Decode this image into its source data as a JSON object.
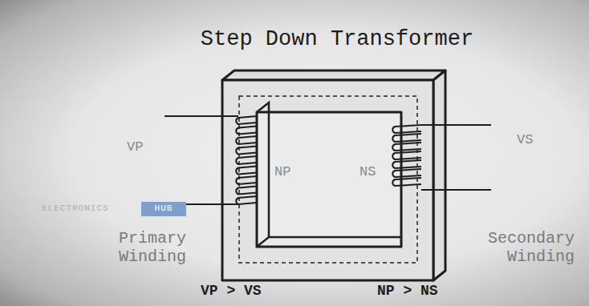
{
  "diagram": {
    "title": "Step Down Transformer",
    "labels": [
      "VP",
      "NP",
      "NS",
      "VS",
      "Primary Winding",
      "Secondary Winding",
      "VP > VS",
      "NP > NS",
      "ELECTRONICS",
      "HUB"
    ]
  }
}
